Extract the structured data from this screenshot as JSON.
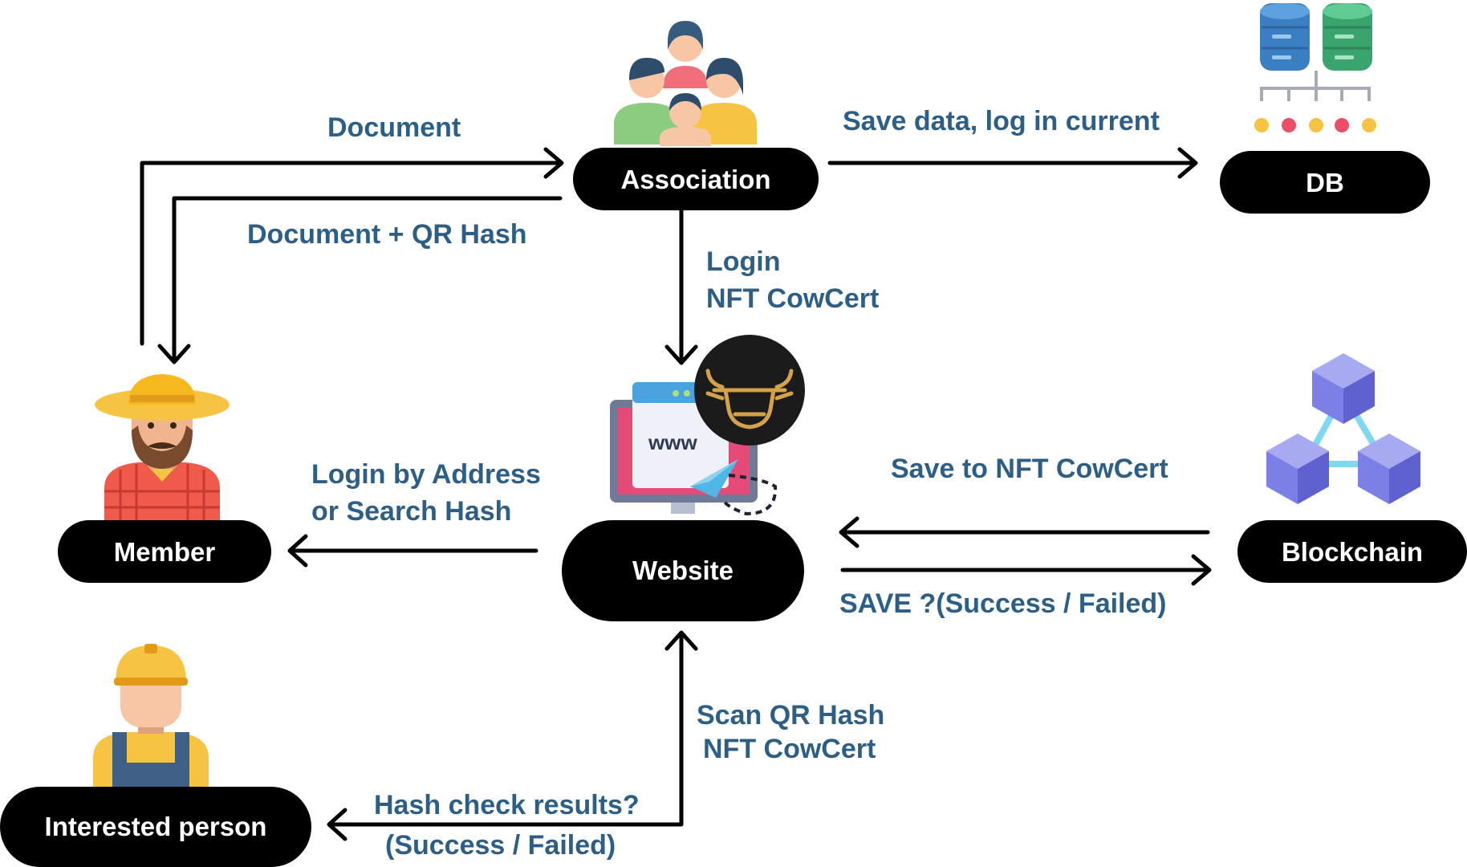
{
  "nodes": {
    "association": "Association",
    "db": "DB",
    "member": "Member",
    "website": "Website",
    "blockchain": "Blockchain",
    "interested": "Interested person"
  },
  "labels": {
    "document": "Document",
    "document_qr": "Document + QR Hash",
    "save_data": "Save data, log in current",
    "login": "Login",
    "nft_cowcert_1": "NFT CowCert",
    "login_by_address": "Login by Address",
    "search_hash": "or Search Hash",
    "save_to_nft": "Save to NFT CowCert",
    "save_result": "SAVE ?(Success /  Failed)",
    "scan_qr": "Scan QR Hash",
    "nft_cowcert_2": "NFT CowCert",
    "hash_check": "Hash check results?",
    "hash_check_result": "(Success /  Failed)",
    "www": "www"
  },
  "icons": {
    "association": "people-group-icon",
    "db": "database-servers-icon",
    "member": "farmer-icon",
    "website": "website-browser-icon",
    "cow": "cow-head-logo-icon",
    "blockchain": "blockchain-cubes-icon",
    "interested": "worker-icon"
  },
  "colors": {
    "label": "#2d5f86",
    "node": "#000000",
    "node_text": "#ffffff"
  }
}
